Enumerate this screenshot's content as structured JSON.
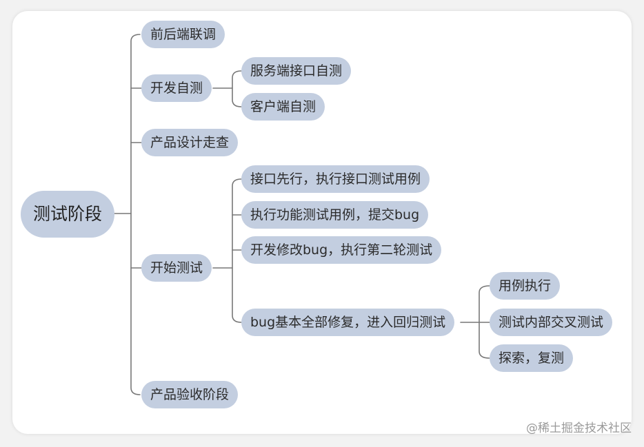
{
  "mindmap": {
    "root": "测试阶段",
    "branches": [
      {
        "label": "前后端联调"
      },
      {
        "label": "开发自测",
        "children": [
          "服务端接口自测",
          "客户端自测"
        ]
      },
      {
        "label": "产品设计走查"
      },
      {
        "label": "开始测试",
        "children": [
          "接口先行，执行接口测试用例",
          "执行功能测试用例，提交bug",
          "开发修改bug，执行第二轮测试",
          "bug基本全部修复，进入回归测试"
        ]
      },
      {
        "label": "产品验收阶段"
      }
    ],
    "regression_children": [
      "用例执行",
      "测试内部交叉测试",
      "探索，复测"
    ]
  },
  "watermark": "@稀土掘金技术社区",
  "colors": {
    "node_fill": "#c3cee0",
    "line": "#777777",
    "card": "#ffffff",
    "background": "#f2f2f2"
  }
}
